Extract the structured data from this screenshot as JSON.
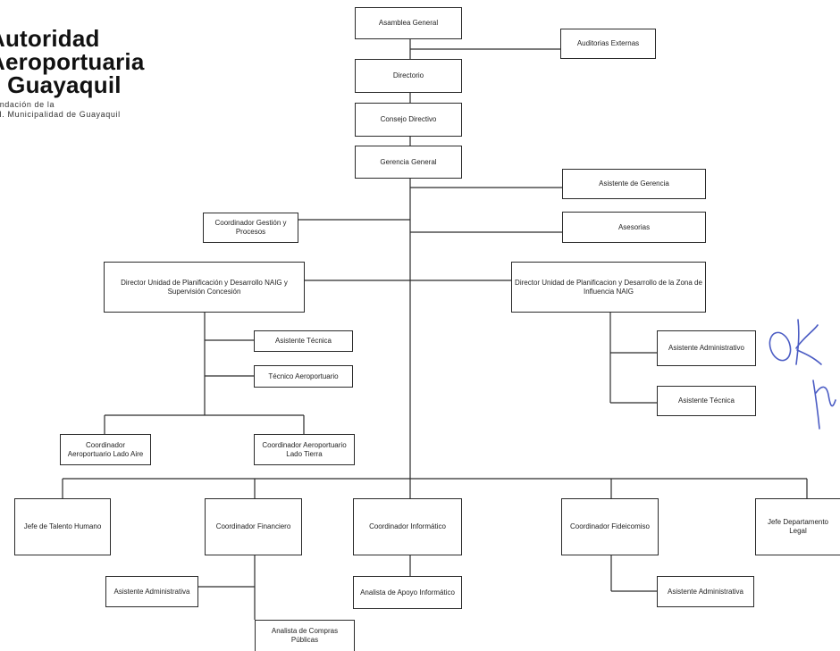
{
  "logo": {
    "line1": "Autoridad",
    "line2": "Aeroportuaria",
    "line3": "de Guayaquil",
    "sub1": "Fundación de la",
    "sub2": "M.I. Municipalidad de Guayaquil"
  },
  "org": {
    "asamblea": "Asamblea General",
    "auditorias": "Auditorias Externas",
    "directorio": "Directorio",
    "consejo": "Consejo Directivo",
    "gerencia": "Gerencia General",
    "asistente_gerencia": "Asistente de Gerencia",
    "coord_gestion": "Coordinador Gestión y Procesos",
    "asesorias": "Asesorias",
    "dir_naig": "Director Unidad de Planificación y Desarrollo NAIG y Supervisión Concesión",
    "dir_zona": "Director Unidad de Planificacion y Desarrollo de la Zona de Influencia NAIG",
    "asistente_tecnica_1": "Asistente Técnica",
    "tecnico_aero": "Técnico Aeroportuario",
    "asistente_admin_1": "Asistente Administrativo",
    "asistente_tecnica_2": "Asistente Técnica",
    "coord_aire": "Coordinador Aeroportuario Lado Aire",
    "coord_tierra": "Coordinador Aeroportuario Lado Tierra",
    "jefe_talento": "Jefe de Talento Humano",
    "coord_financiero": "Coordinador Financiero",
    "coord_informatico": "Coordinador Informático",
    "coord_fideicomiso": "Coordinador Fideicomiso",
    "jefe_legal": "Jefe Departamento Legal",
    "asistente_admin_fin": "Asistente Administrativa",
    "analista_informatico": "Analista de Apoyo Informático",
    "asistente_admin_fid": "Asistente Administrativa",
    "analista_compras": "Analista de Compras Públicas"
  },
  "colors": {
    "line": "#2a2a2a",
    "annotation": "#4b5cc4"
  }
}
